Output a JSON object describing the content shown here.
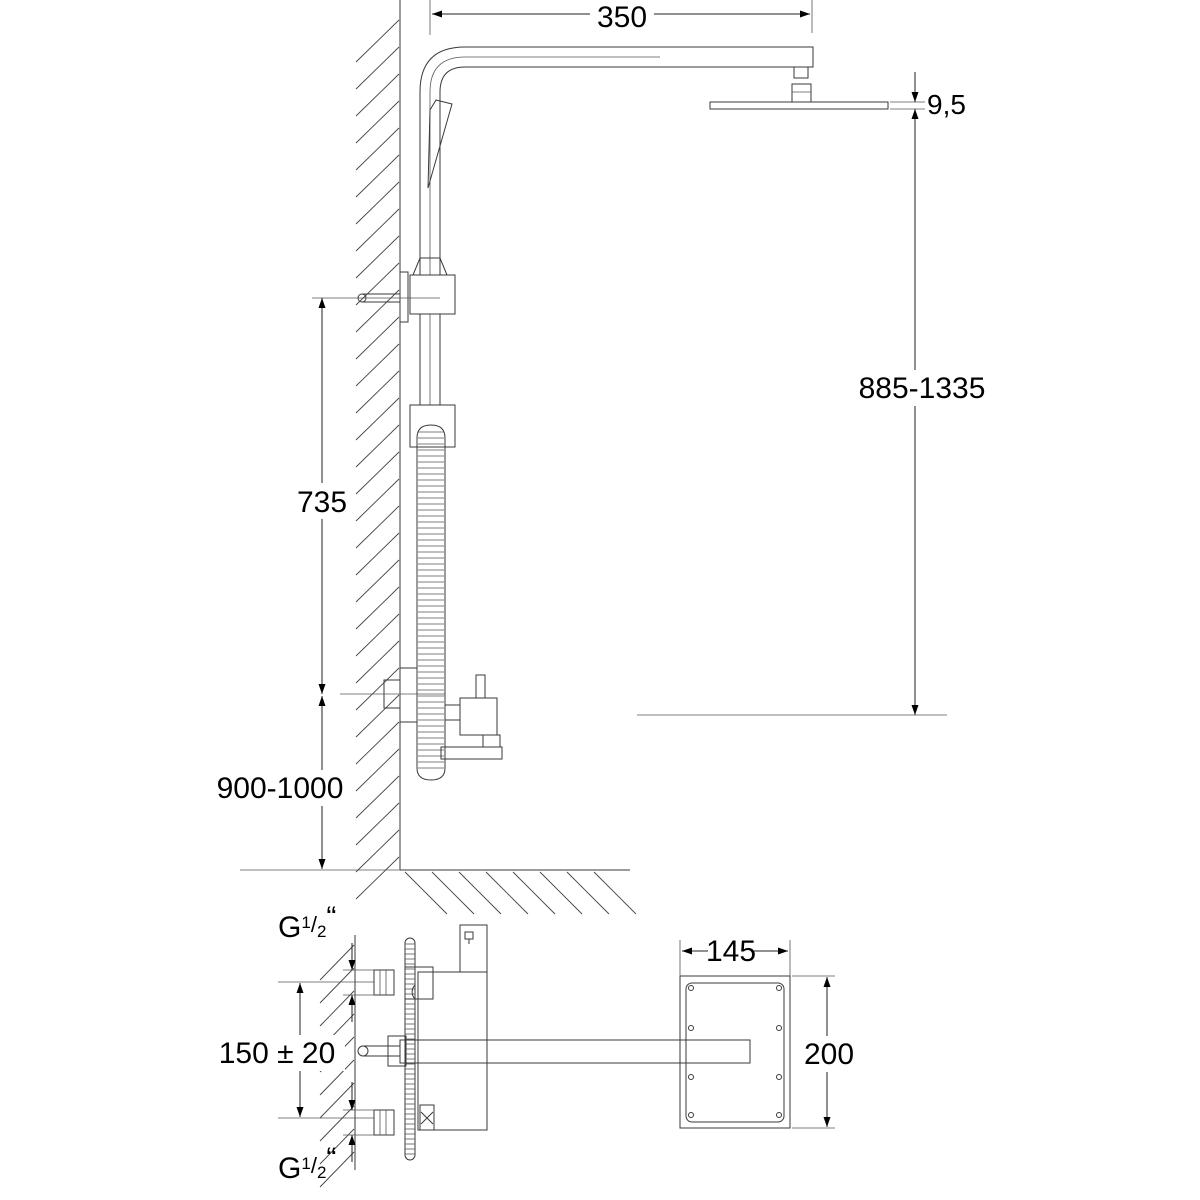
{
  "drawing": {
    "title": "Shower system installation dimensions",
    "dimensions": {
      "arm_length": "350",
      "head_thickness": "9,5",
      "head_height_range": "885-1335",
      "bracket_to_mixer": "735",
      "mixer_height_range": "900-1000",
      "inlet_spacing": "150 ± 20",
      "plate_width": "145",
      "plate_height": "200"
    },
    "thread_label_top": {
      "prefix": "G",
      "numerator": "1",
      "slash": "/",
      "denominator": "2",
      "quote": "“"
    },
    "thread_label_bottom": {
      "prefix": "G",
      "numerator": "1",
      "slash": "/",
      "denominator": "2",
      "quote": "“"
    },
    "colors": {
      "line": "#3a3a3a",
      "background": "#ffffff"
    }
  }
}
